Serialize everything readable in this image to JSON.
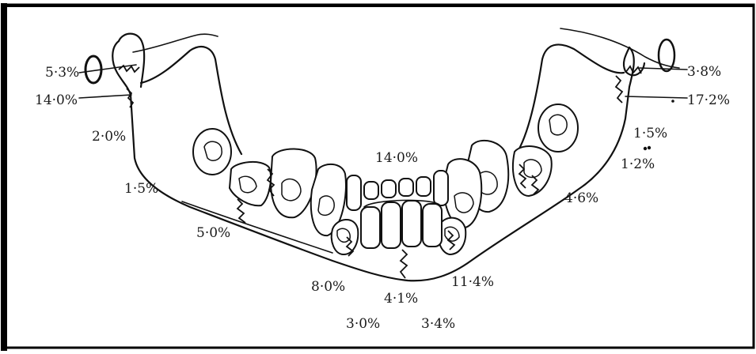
{
  "colors": {
    "background": "#ffffff",
    "ink": "#111111",
    "frame": "#000000"
  },
  "labels": {
    "left_coronoid": "5·3%",
    "left_condyle": "14·0%",
    "left_ramus": "2·0%",
    "left_angle": "1·5%",
    "left_body": "5·0%",
    "left_parasymphysis": "8·0%",
    "symphysis": "4·1%",
    "left_alveolar": "3·0%",
    "right_alveolar": "3·4%",
    "right_parasymphysis": "11·4%",
    "right_body": "4·6%",
    "right_angle": "1·2%",
    "right_ramus": "1·5%",
    "right_coronoid": "3·8%",
    "right_condyle": "17·2%",
    "dentoalveolar": "14·0%"
  }
}
